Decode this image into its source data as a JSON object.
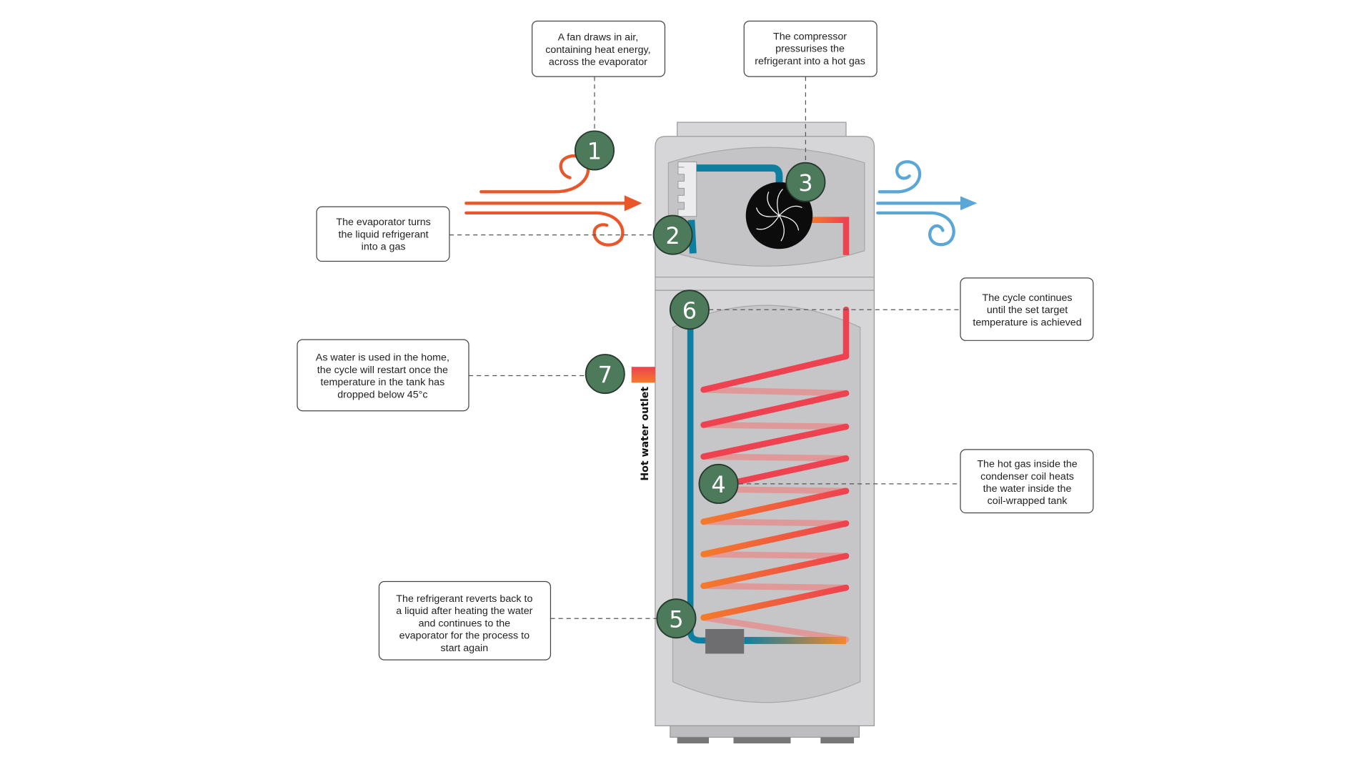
{
  "callouts": {
    "fan": {
      "step": "1",
      "lines": [
        "A fan draws in air,",
        "containing heat energy,",
        "across the evaporator"
      ]
    },
    "evaporator": {
      "step": "2",
      "lines": [
        "The evaporator turns",
        "the liquid refrigerant",
        "into a gas"
      ]
    },
    "compressor": {
      "step": "3",
      "lines": [
        "The compressor",
        "pressurises the",
        "refrigerant into a hot gas"
      ]
    },
    "condenser": {
      "step": "4",
      "lines": [
        "The hot gas inside the",
        "condenser coil heats",
        "the water inside the",
        "coil-wrapped tank"
      ]
    },
    "revert": {
      "step": "5",
      "lines": [
        "The refrigerant reverts back to",
        "a liquid after heating the water",
        "and continues to the",
        "evaporator for the process to",
        "start again"
      ]
    },
    "cycle": {
      "step": "6",
      "lines": [
        "The cycle continues",
        "until the set target",
        "temperature is achieved"
      ]
    },
    "restart": {
      "step": "7",
      "lines": [
        "As water is used in the home,",
        "the cycle will restart once the",
        "temperature in the tank has",
        "dropped below 45°c"
      ]
    }
  },
  "outlet_label": "Hot water outlet",
  "colors": {
    "warm_air": "#e8562a",
    "cool_air": "#5aa6d6",
    "cold_pipe": "#0e7fa0",
    "hot_pipe": "#ee4250",
    "step_circle": "#4e7a5c",
    "unit_body": "#d6d6d8"
  }
}
